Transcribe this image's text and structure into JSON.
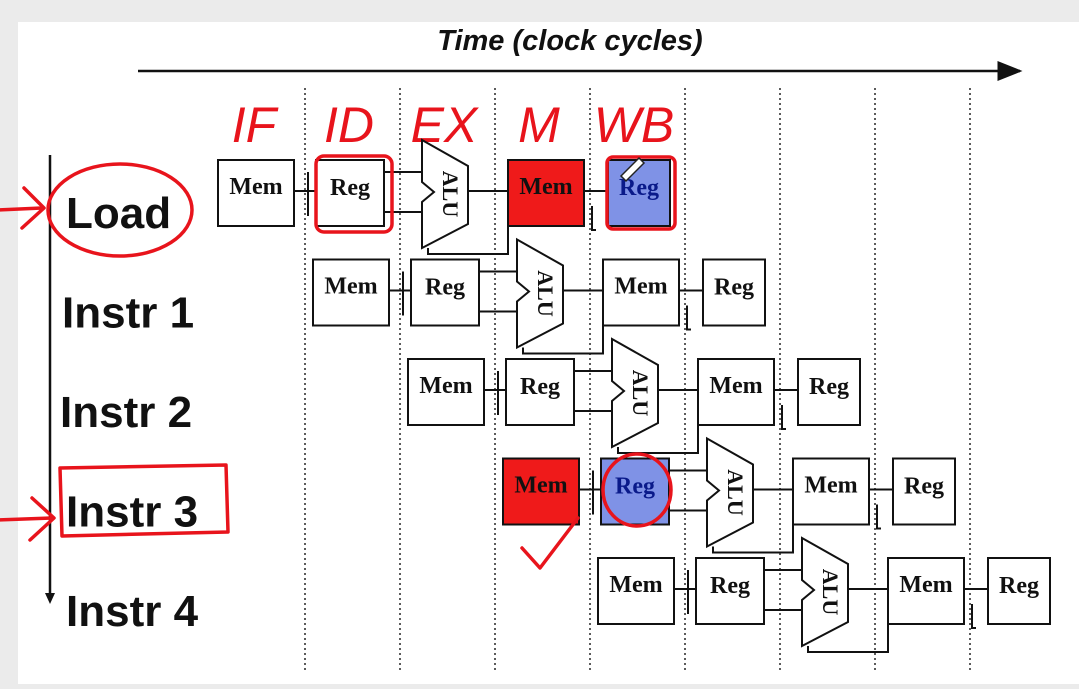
{
  "title": "Time (clock cycles)",
  "stage_labels": [
    "IF",
    "ID",
    "EX",
    "M",
    "WB"
  ],
  "rows": [
    {
      "label": "Load",
      "highlight": "circle"
    },
    {
      "label": "Instr 1",
      "highlight": "none"
    },
    {
      "label": "Instr 2",
      "highlight": "none"
    },
    {
      "label": "Instr 3",
      "highlight": "box"
    },
    {
      "label": "Instr 4",
      "highlight": "none"
    }
  ],
  "units": {
    "mem": "Mem",
    "reg": "Reg",
    "alu": "ALU"
  },
  "hazard": {
    "row0_mem": "filled-red",
    "row0_reg": "filled-blue",
    "row3_mem": "filled-red",
    "row3_reg": "filled-blue"
  },
  "colors": {
    "annotation_red": "#e8141c",
    "fill_red": "#ef1a1a",
    "fill_blue": "#7f92e6",
    "ink": "#111111",
    "background": "#ffffff"
  }
}
